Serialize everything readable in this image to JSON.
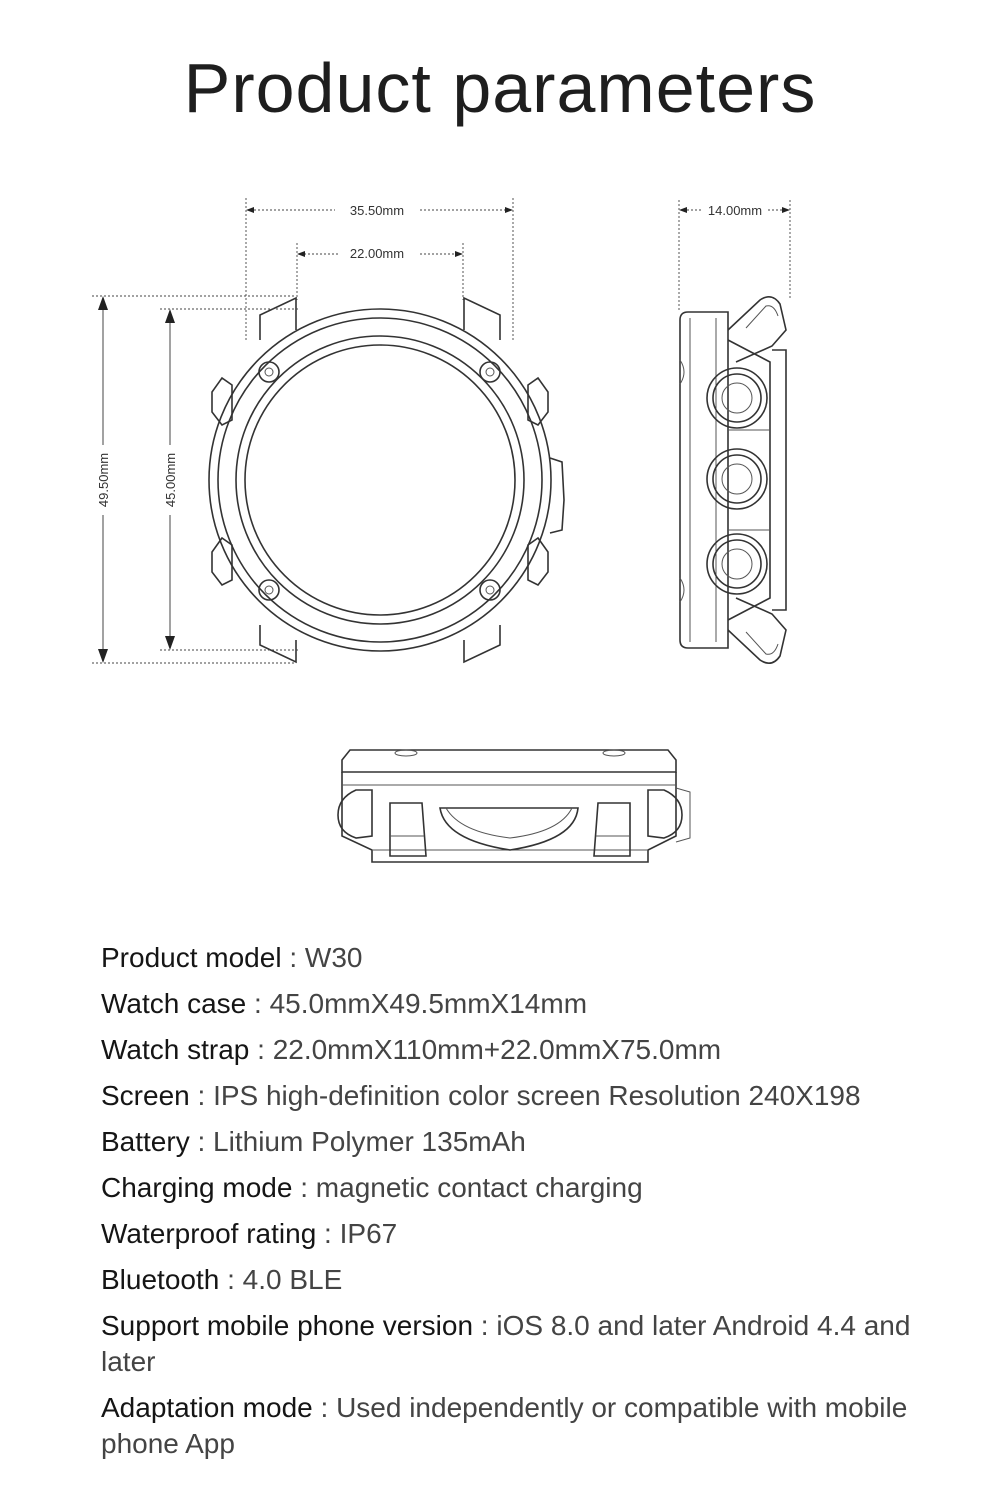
{
  "title": "Product parameters",
  "diagram": {
    "front_width_outer": "35.50mm",
    "front_width_inner": "22.00mm",
    "front_height_outer": "49.50mm",
    "front_height_inner": "45.00mm",
    "side_thickness": "14.00mm"
  },
  "specs": [
    {
      "key": "Product model",
      "value": "W30"
    },
    {
      "key": "Watch case",
      "value": "45.0mmX49.5mmX14mm"
    },
    {
      "key": "Watch strap",
      "value": "22.0mmX110mm+22.0mmX75.0mm"
    },
    {
      "key": "Screen",
      "value": "IPS high-definition color screen Resolution 240X198"
    },
    {
      "key": "Battery",
      "value": "Lithium Polymer 135mAh"
    },
    {
      "key": "Charging mode",
      "value": "magnetic contact charging"
    },
    {
      "key": "Waterproof rating",
      "value": "IP67"
    },
    {
      "key": "Bluetooth",
      "value": "4.0 BLE"
    },
    {
      "key": "Support mobile phone version",
      "value": "iOS 8.0 and later Android 4.4 and later"
    },
    {
      "key": "Adaptation mode",
      "value": "Used independently or compatible with mobile phone App"
    }
  ]
}
